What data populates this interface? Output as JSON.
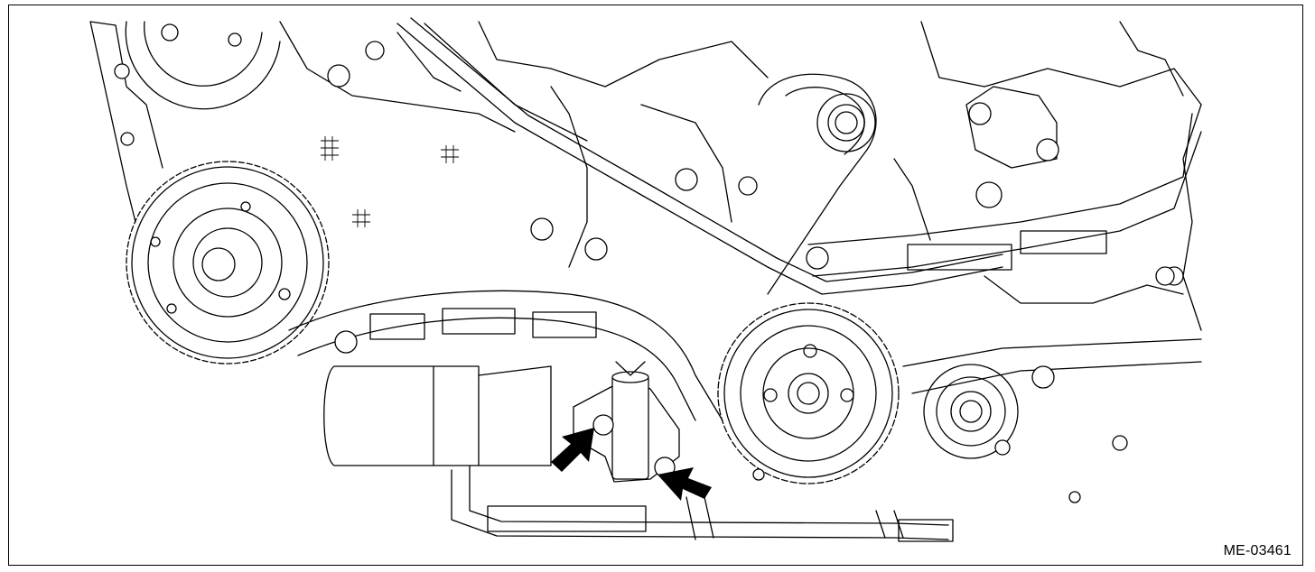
{
  "figure": {
    "id_label": "ME-03461",
    "subject": "engine-timing-chain-tensioner",
    "callout_arrow_count": 2
  }
}
